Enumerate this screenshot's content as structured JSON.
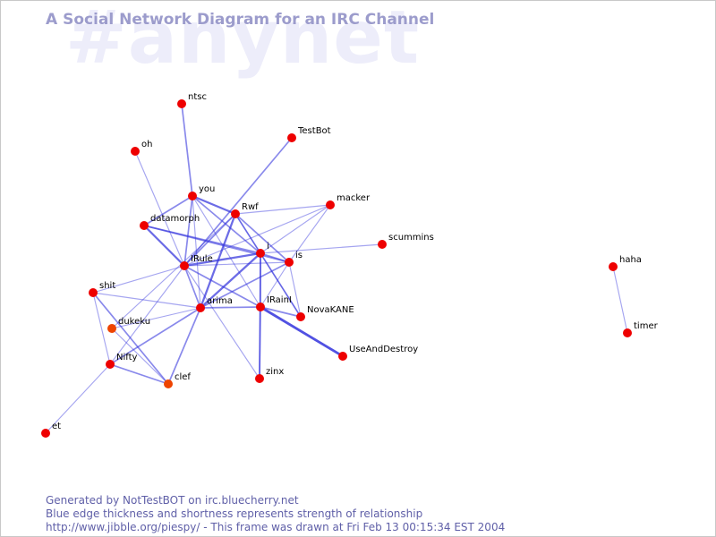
{
  "watermark": "#anynet",
  "title": "A Social Network Diagram for an IRC Channel",
  "footer": {
    "line1": "Generated by NotTestBOT on irc.bluecherry.net",
    "line2": "Blue edge thickness and shortness represents strength of relationship",
    "line3": "http://www.jibble.org/piespy/ - This frame was drawn at Fri Feb 13 00:15:34 EST 2004"
  },
  "colors": {
    "node": "#ee0000",
    "node_weak": "#ee4400",
    "edge": "#3333dd",
    "watermark": "#ededfa",
    "title": "#9c9ccc",
    "footer": "#6060a8"
  },
  "nodes": [
    {
      "id": "ntsc",
      "label": "ntsc"
    },
    {
      "id": "oh",
      "label": "oh"
    },
    {
      "id": "TestBot",
      "label": "TestBot"
    },
    {
      "id": "you",
      "label": "you"
    },
    {
      "id": "macker",
      "label": "macker"
    },
    {
      "id": "Rwf",
      "label": "Rwf"
    },
    {
      "id": "datamorph",
      "label": "datamorph"
    },
    {
      "id": "scummins",
      "label": "scummins"
    },
    {
      "id": "i",
      "label": "i"
    },
    {
      "id": "is",
      "label": "is"
    },
    {
      "id": "IRule",
      "label": "IRule"
    },
    {
      "id": "shit",
      "label": "shit"
    },
    {
      "id": "arima",
      "label": "arima"
    },
    {
      "id": "IRainI",
      "label": "IRainI"
    },
    {
      "id": "NovaKANE",
      "label": "NovaKANE"
    },
    {
      "id": "dukeku",
      "label": "dukeku",
      "weak": true
    },
    {
      "id": "UseAndDestroy",
      "label": "UseAndDestroy"
    },
    {
      "id": "Nifty",
      "label": "Nifty"
    },
    {
      "id": "clef",
      "label": "clef",
      "weak": true
    },
    {
      "id": "zinx",
      "label": "zinx"
    },
    {
      "id": "et",
      "label": "et"
    },
    {
      "id": "haha",
      "label": "haha"
    },
    {
      "id": "timer",
      "label": "timer"
    }
  ],
  "edges": [
    {
      "from": "ntsc",
      "to": "you",
      "strength": 2
    },
    {
      "from": "oh",
      "to": "IRule",
      "strength": 1
    },
    {
      "from": "TestBot",
      "to": "IRule",
      "strength": 2
    },
    {
      "from": "you",
      "to": "Rwf",
      "strength": 3
    },
    {
      "from": "you",
      "to": "datamorph",
      "strength": 2
    },
    {
      "from": "you",
      "to": "IRule",
      "strength": 2
    },
    {
      "from": "you",
      "to": "i",
      "strength": 2
    },
    {
      "from": "you",
      "to": "IRainI",
      "strength": 1
    },
    {
      "from": "you",
      "to": "arima",
      "strength": 1
    },
    {
      "from": "Rwf",
      "to": "macker",
      "strength": 1
    },
    {
      "from": "Rwf",
      "to": "i",
      "strength": 2
    },
    {
      "from": "Rwf",
      "to": "is",
      "strength": 2
    },
    {
      "from": "Rwf",
      "to": "arima",
      "strength": 3
    },
    {
      "from": "Rwf",
      "to": "IRule",
      "strength": 2
    },
    {
      "from": "Rwf",
      "to": "NovaKANE",
      "strength": 1
    },
    {
      "from": "Rwf",
      "to": "dukeku",
      "strength": 1
    },
    {
      "from": "datamorph",
      "to": "IRule",
      "strength": 3
    },
    {
      "from": "datamorph",
      "to": "i",
      "strength": 2
    },
    {
      "from": "datamorph",
      "to": "is",
      "strength": 2
    },
    {
      "from": "macker",
      "to": "i",
      "strength": 1
    },
    {
      "from": "macker",
      "to": "is",
      "strength": 1
    },
    {
      "from": "macker",
      "to": "IRule",
      "strength": 1
    },
    {
      "from": "i",
      "to": "scummins",
      "strength": 1
    },
    {
      "from": "i",
      "to": "IRule",
      "strength": 3
    },
    {
      "from": "i",
      "to": "arima",
      "strength": 3
    },
    {
      "from": "i",
      "to": "IRainI",
      "strength": 2
    },
    {
      "from": "i",
      "to": "NovaKANE",
      "strength": 2
    },
    {
      "from": "i",
      "to": "is",
      "strength": 2
    },
    {
      "from": "i",
      "to": "zinx",
      "strength": 2
    },
    {
      "from": "is",
      "to": "IRule",
      "strength": 1
    },
    {
      "from": "is",
      "to": "arima",
      "strength": 2
    },
    {
      "from": "is",
      "to": "IRainI",
      "strength": 1
    },
    {
      "from": "is",
      "to": "NovaKANE",
      "strength": 1
    },
    {
      "from": "IRule",
      "to": "arima",
      "strength": 2
    },
    {
      "from": "IRule",
      "to": "shit",
      "strength": 1
    },
    {
      "from": "IRule",
      "to": "IRainI",
      "strength": 2
    },
    {
      "from": "IRule",
      "to": "Nifty",
      "strength": 1
    },
    {
      "from": "IRule",
      "to": "zinx",
      "strength": 1
    },
    {
      "from": "arima",
      "to": "IRainI",
      "strength": 2
    },
    {
      "from": "arima",
      "to": "Nifty",
      "strength": 2
    },
    {
      "from": "arima",
      "to": "clef",
      "strength": 2
    },
    {
      "from": "arima",
      "to": "dukeku",
      "strength": 1
    },
    {
      "from": "arima",
      "to": "shit",
      "strength": 1
    },
    {
      "from": "IRainI",
      "to": "NovaKANE",
      "strength": 2
    },
    {
      "from": "IRainI",
      "to": "UseAndDestroy",
      "strength": 4
    },
    {
      "from": "IRainI",
      "to": "zinx",
      "strength": 2
    },
    {
      "from": "shit",
      "to": "Nifty",
      "strength": 1
    },
    {
      "from": "shit",
      "to": "clef",
      "strength": 2
    },
    {
      "from": "dukeku",
      "to": "clef",
      "strength": 1
    },
    {
      "from": "Nifty",
      "to": "clef",
      "strength": 2
    },
    {
      "from": "Nifty",
      "to": "et",
      "strength": 1
    },
    {
      "from": "haha",
      "to": "timer",
      "strength": 1
    }
  ]
}
